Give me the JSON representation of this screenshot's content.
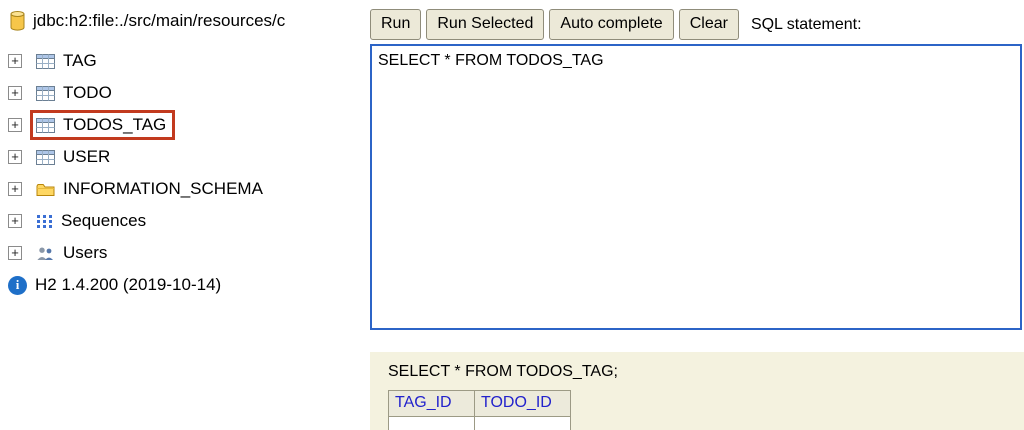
{
  "connection": {
    "url": "jdbc:h2:file:./src/main/resources/c",
    "icon": "database-icon"
  },
  "toolbar": {
    "buttons": [
      "Run",
      "Run Selected",
      "Auto complete",
      "Clear"
    ],
    "sql_statement_label": "SQL statement:"
  },
  "tree": {
    "items": [
      {
        "label": "TAG",
        "icon": "table-icon",
        "highlighted": false
      },
      {
        "label": "TODO",
        "icon": "table-icon",
        "highlighted": false
      },
      {
        "label": "TODOS_TAG",
        "icon": "table-icon",
        "highlighted": true
      },
      {
        "label": "USER",
        "icon": "table-icon",
        "highlighted": false
      },
      {
        "label": "INFORMATION_SCHEMA",
        "icon": "folder-icon",
        "highlighted": false
      },
      {
        "label": "Sequences",
        "icon": "sequences-icon",
        "highlighted": false
      },
      {
        "label": "Users",
        "icon": "users-icon",
        "highlighted": false
      }
    ],
    "version_info": "H2 1.4.200 (2019-10-14)"
  },
  "editor": {
    "sql_text": "SELECT * FROM TODOS_TAG"
  },
  "results": {
    "query_echo": "SELECT * FROM TODOS_TAG;",
    "table": {
      "headers": [
        "TAG_ID",
        "TODO_ID"
      ],
      "rows": []
    }
  },
  "colors": {
    "editor-border": "#2c64c7",
    "highlight-border": "#c23a1e",
    "button-bg": "#ece9d8",
    "button-border": "#8f8c7a",
    "results-bg": "#f4f2df",
    "table-header-text": "#2222cc",
    "table-border": "#9c9a85"
  }
}
